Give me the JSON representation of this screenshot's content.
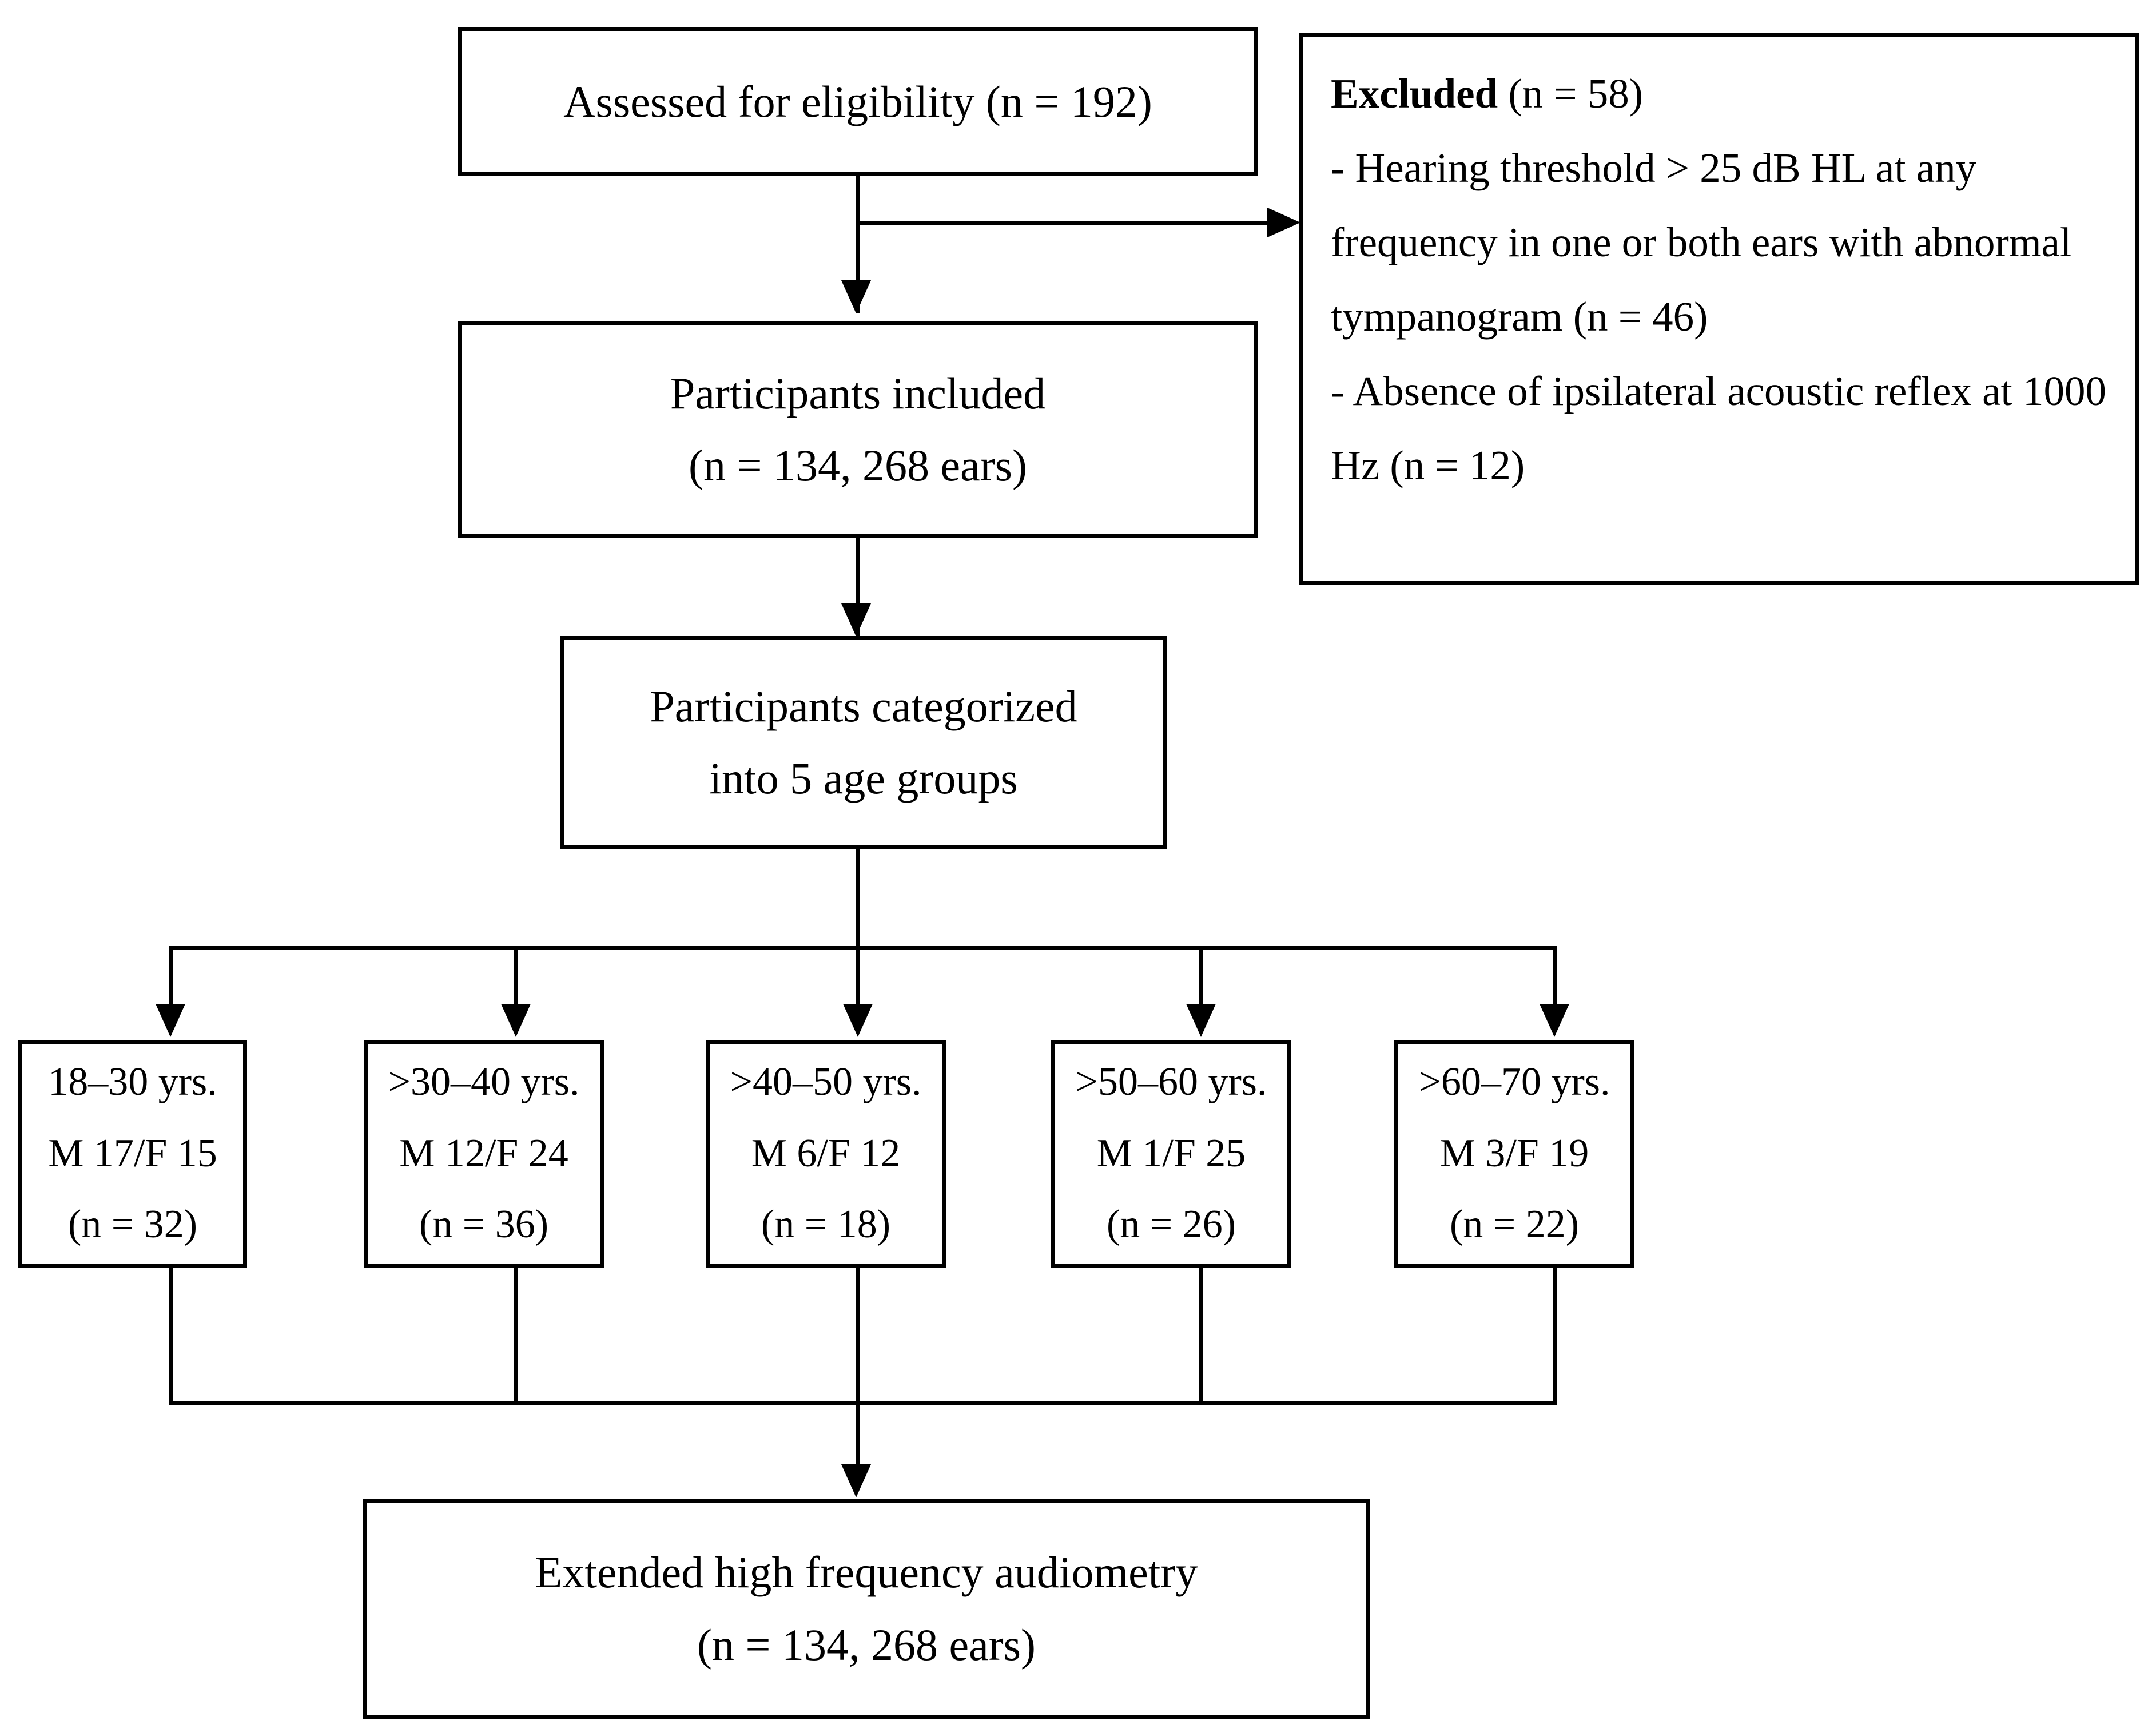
{
  "diagram": {
    "type": "flowchart",
    "title": "Participant enrollment flow diagram",
    "nodes": {
      "assessed": {
        "lines": [
          "Assessed for eligibility (n = 192)"
        ]
      },
      "excluded": {
        "heading_bold": "Excluded",
        "heading_rest": " (n = 58)",
        "bullets": [
          "- Hearing threshold > 25 dB HL at any frequency in one or both ears with abnormal tympanogram (n = 46)",
          "- Absence of ipsilateral acoustic reflex at 1000 Hz (n = 12)"
        ]
      },
      "included": {
        "lines": [
          "Participants included",
          "(n = 134, 268 ears)"
        ]
      },
      "categorized": {
        "lines": [
          "Participants categorized",
          "into 5 age groups"
        ]
      },
      "audiometry": {
        "lines": [
          "Extended high frequency audiometry",
          "(n = 134, 268 ears)"
        ]
      }
    },
    "age_groups": [
      {
        "range": "18–30 yrs.",
        "sex": "M 17/F 15",
        "count": "(n = 32)"
      },
      {
        "range": ">30–40 yrs.",
        "sex": "M 12/F 24",
        "count": "(n = 36)"
      },
      {
        "range": ">40–50 yrs.",
        "sex": "M 6/F 12",
        "count": "(n = 18)"
      },
      {
        "range": ">50–60 yrs.",
        "sex": "M 1/F 25",
        "count": "(n = 26)"
      },
      {
        "range": ">60–70 yrs.",
        "sex": "M 3/F 19",
        "count": "(n = 22)"
      }
    ],
    "colors": {
      "stroke": "#000000",
      "fill": "#ffffff",
      "text": "#000000"
    }
  }
}
